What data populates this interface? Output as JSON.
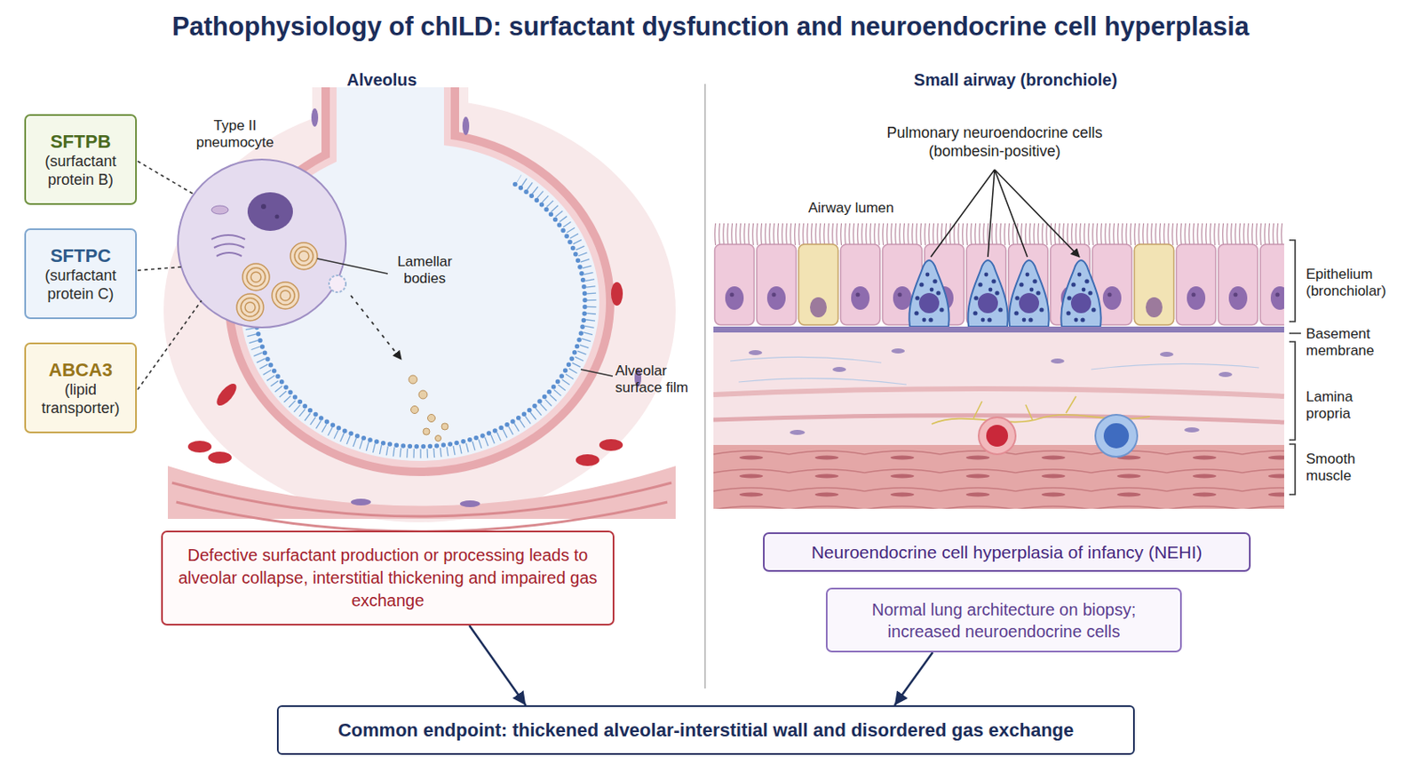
{
  "diagram": {
    "title": "Pathophysiology of chILD: surfactant dysfunction and neuroendocrine cell hyperplasia",
    "nodes": [
      {
        "text": [
          "SFTPB",
          "(surfactant protein B)"
        ]
      },
      {
        "text": [
          "SFTPC",
          "(surfactant protein C)"
        ]
      },
      {
        "text": [
          "ABCA3",
          "(lipid transporter)"
        ]
      },
      {
        "text": [
          "Defective surfactant production or processing leads to alveolar collapse, interstitial thickening and impaired gas exchange"
        ]
      },
      {
        "text": [
          "Neuroendocrine cell hyperplasia of infancy (NEHI)"
        ]
      },
      {
        "text": [
          "Normal lung architecture on biopsy; increased neuroendocrine cells"
        ]
      },
      {
        "text": [
          "Common endpoint: thickened alveolar-interstitial wall and disordered gas exchange"
        ]
      }
    ],
    "edges": [
      {
        "from": 3,
        "to": 6,
        "arrow": "to"
      },
      {
        "from": 5,
        "to": 6,
        "arrow": "to"
      }
    ],
    "labels": [
      "Alveolus",
      "Small airway (bronchiole)",
      "Type II pneumocyte",
      "Lamellar bodies",
      "Alveolar surface film",
      "Pulmonary neuroendocrine cells (bombesin-positive)",
      "Airway lumen",
      "Epithelium (bronchiolar)",
      "Basement membrane",
      "Lamina propria",
      "Smooth muscle"
    ]
  }
}
